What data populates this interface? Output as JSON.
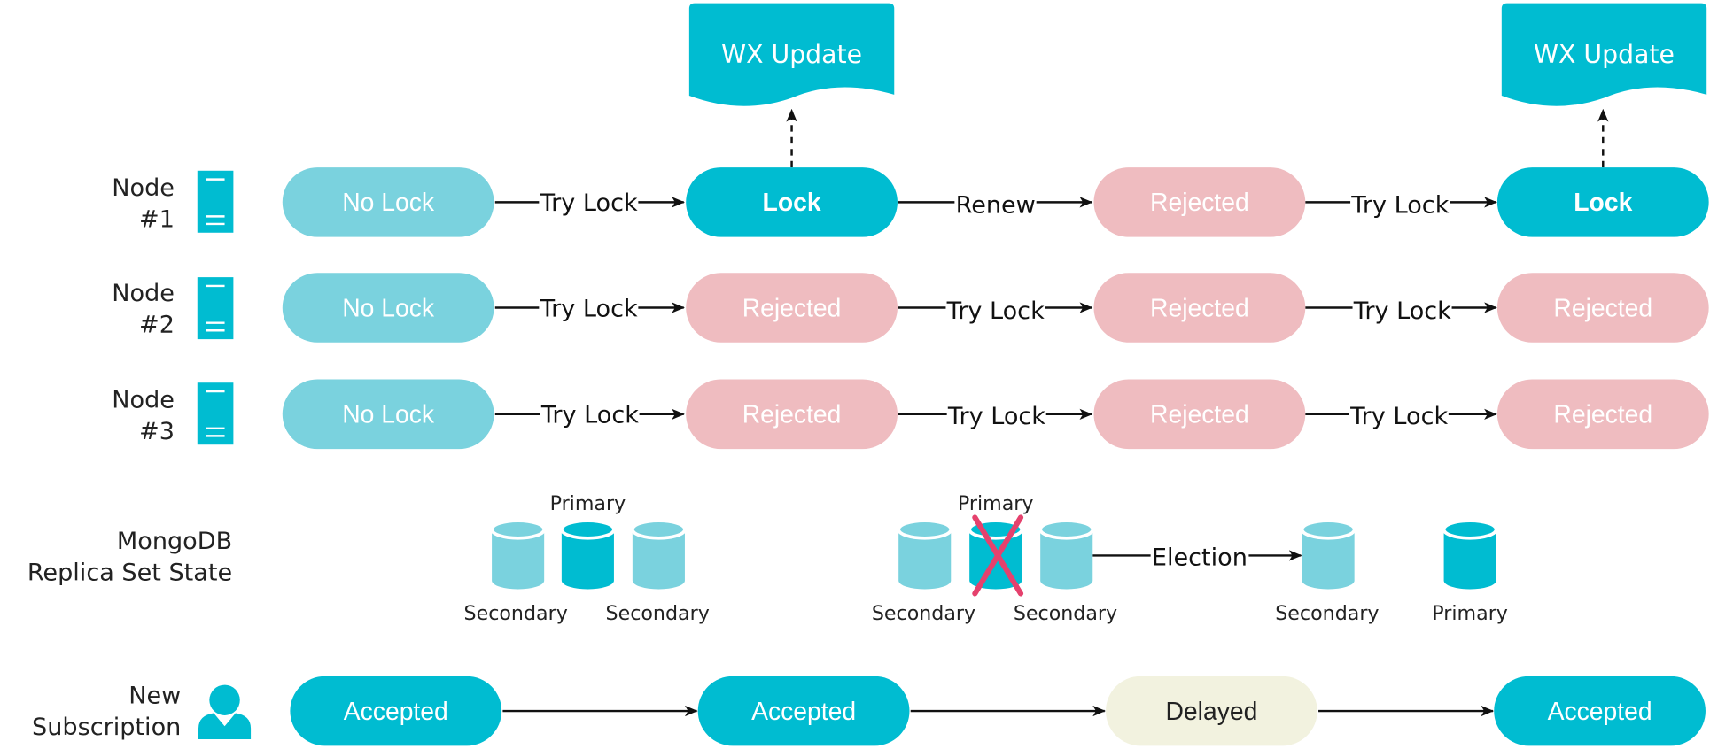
{
  "nodes": [
    {
      "label": "Node\n#1",
      "states": [
        "No Lock",
        "Lock",
        "Rejected",
        "Lock"
      ],
      "edges": [
        "Try Lock",
        "Renew",
        "Try Lock"
      ]
    },
    {
      "label": "Node\n#2",
      "states": [
        "No Lock",
        "Rejected",
        "Rejected",
        "Rejected"
      ],
      "edges": [
        "Try Lock",
        "Try Lock",
        "Try Lock"
      ]
    },
    {
      "label": "Node\n#3",
      "states": [
        "No Lock",
        "Rejected",
        "Rejected",
        "Rejected"
      ],
      "edges": [
        "Try Lock",
        "Try Lock",
        "Try Lock"
      ]
    }
  ],
  "wx_update": [
    "WX Update",
    "WX Update"
  ],
  "replica": {
    "label": "MongoDB\nReplica Set State",
    "group1": {
      "primary": "Primary",
      "secondary_left": "Secondary",
      "secondary_right": "Secondary"
    },
    "group2": {
      "primary": "Primary",
      "secondary_left": "Secondary",
      "secondary_right": "Secondary"
    },
    "election": "Election",
    "after": {
      "secondary": "Secondary",
      "primary": "Primary"
    }
  },
  "subscription": {
    "label": "New\nSubscription",
    "states": [
      "Accepted",
      "Accepted",
      "Delayed",
      "Accepted"
    ]
  },
  "colors": {
    "accent": "#00bcd1",
    "accent_light": "#7ad2de",
    "rejected": "#efbcc0",
    "delayed": "#f2f2df",
    "failure_mark": "#e5416d"
  },
  "icons": [
    "server-icon",
    "database-icon",
    "user-icon",
    "arrow-icon",
    "cross-icon",
    "document-icon"
  ]
}
